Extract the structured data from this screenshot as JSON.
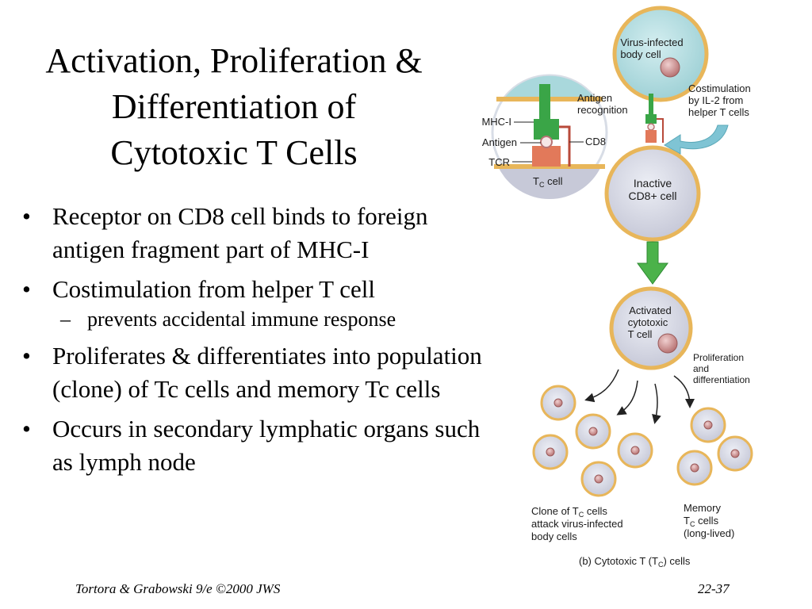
{
  "slide": {
    "title_lines": [
      "Activation, Proliferation &",
      "Differentiation of",
      "Cytotoxic T Cells"
    ],
    "bullets": [
      "Receptor on CD8 cell binds to foreign antigen fragment part of MHC-I",
      "Costimulation from helper T cell",
      "prevents accidental immune response",
      "Proliferates & differentiates into population (clone) of Tc cells and memory Tc cells",
      "Occurs in secondary lymphatic organs such as lymph node"
    ],
    "footer_left": "Tortora & Grabowski 9/e ©2000 JWS",
    "footer_right": "22-37"
  },
  "diagram": {
    "virus_cell_line1": "Virus-infected",
    "virus_cell_line2": "body cell",
    "costim_line1": "Costimulation",
    "costim_line2": "by IL-2 from",
    "costim_line3": "helper T cells",
    "antigen_recog_line1": "Antigen",
    "antigen_recog_line2": "recognition",
    "mhc_label": "MHC-I",
    "antigen_label": "Antigen",
    "tcr_label": "TCR",
    "cd8_label": "CD8",
    "tc_cell_T": "T",
    "tc_cell_sub": "C",
    "tc_cell_rest": " cell",
    "inactive_line1": "Inactive",
    "inactive_line2": "CD8+ cell",
    "activated_line1": "Activated",
    "activated_line2": "cytotoxic",
    "activated_line3": "T cell",
    "prolif_line1": "Proliferation",
    "prolif_line2": "and",
    "prolif_line3": "differentiation",
    "clone_line1a": "Clone of T",
    "clone_line1_sub": "C",
    "clone_line1b": " cells",
    "clone_line2": "attack virus-infected",
    "clone_line3": "body cells",
    "memory_line1": "Memory",
    "memory_line2a": "T",
    "memory_line2_sub": "C",
    "memory_line2b": " cells",
    "memory_line3": "(long-lived)",
    "caption_a": "(b) Cytotoxic T (T",
    "caption_sub": "C",
    "caption_b": ") cells",
    "colors": {
      "cell_fill": "#d3d5e3",
      "cell_ring": "#e8b65a",
      "virus_fill": "#a9d8dc",
      "nucleus": "#c98a8a",
      "mhc_green": "#3aa547",
      "tcr_orange": "#e2795a",
      "arrow_green": "#4bb24a",
      "arrow_blue": "#7fc4d4"
    }
  }
}
